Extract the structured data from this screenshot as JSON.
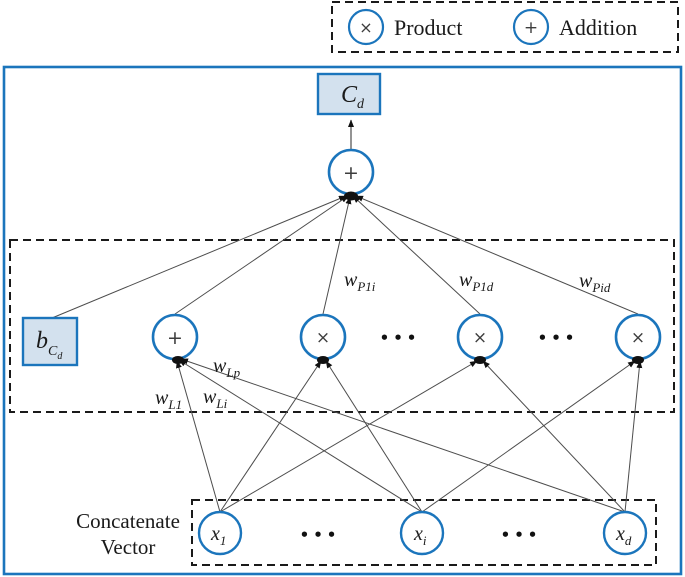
{
  "legend": {
    "product": {
      "symbol": "×",
      "label": "Product"
    },
    "addition": {
      "symbol": "+",
      "label": "Addition"
    }
  },
  "output_box": {
    "base": "C",
    "sub": "d"
  },
  "bias_box": {
    "base": "b",
    "sub": "C",
    "subsub": "d"
  },
  "nodes": {
    "sum_top": {
      "symbol": "+"
    },
    "sum_mid": {
      "symbol": "+"
    },
    "prod_1": {
      "symbol": "×"
    },
    "prod_2": {
      "symbol": "×"
    },
    "prod_3": {
      "symbol": "×"
    }
  },
  "weights": {
    "wP1i": {
      "base": "w",
      "sub": "P1i"
    },
    "wP1d": {
      "base": "w",
      "sub": "P1d"
    },
    "wPid": {
      "base": "w",
      "sub": "Pid"
    },
    "wLp": {
      "base": "w",
      "sub": "Lp"
    },
    "wL1": {
      "base": "w",
      "sub": "L1"
    },
    "wLi": {
      "base": "w",
      "sub": "Li"
    }
  },
  "inputs": {
    "x1": {
      "base": "x",
      "sub": "1"
    },
    "xi": {
      "base": "x",
      "sub": "i"
    },
    "xd": {
      "base": "x",
      "sub": "d"
    }
  },
  "ellipsis": "•••",
  "concatenate_label": {
    "line1": "Concatenate",
    "line2": "Vector"
  },
  "colors": {
    "node_stroke": "#1b75bc",
    "box_fill": "#d3e1ee",
    "outer_stroke": "#1b75bc",
    "dash_border": "#1a1a1a",
    "edge_line": "#4d4d4d",
    "arrow": "#111111"
  }
}
